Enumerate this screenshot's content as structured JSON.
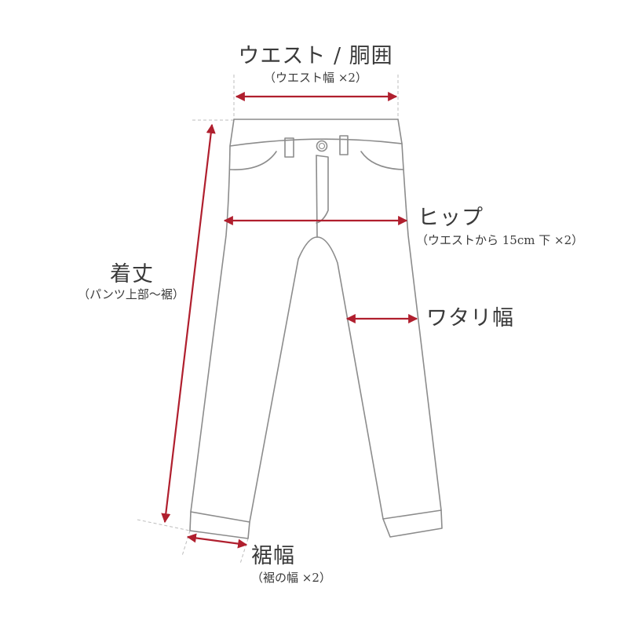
{
  "colors": {
    "outline": "#8c8c8c",
    "arrow": "#b01f2e",
    "guide": "#bdbdbd",
    "text": "#3a3a3a"
  },
  "labels": {
    "waist_title": "ウエスト / 胴囲",
    "waist_sub": "（ウエスト幅 ×2）",
    "length_title": "着丈",
    "length_sub": "（パンツ上部〜裾）",
    "hip_title": "ヒップ",
    "hip_sub": "（ウエストから 15cm 下 ×2）",
    "thigh_title": "ワタリ幅",
    "hem_title": "裾幅",
    "hem_sub": "（裾の幅 ×2）"
  }
}
